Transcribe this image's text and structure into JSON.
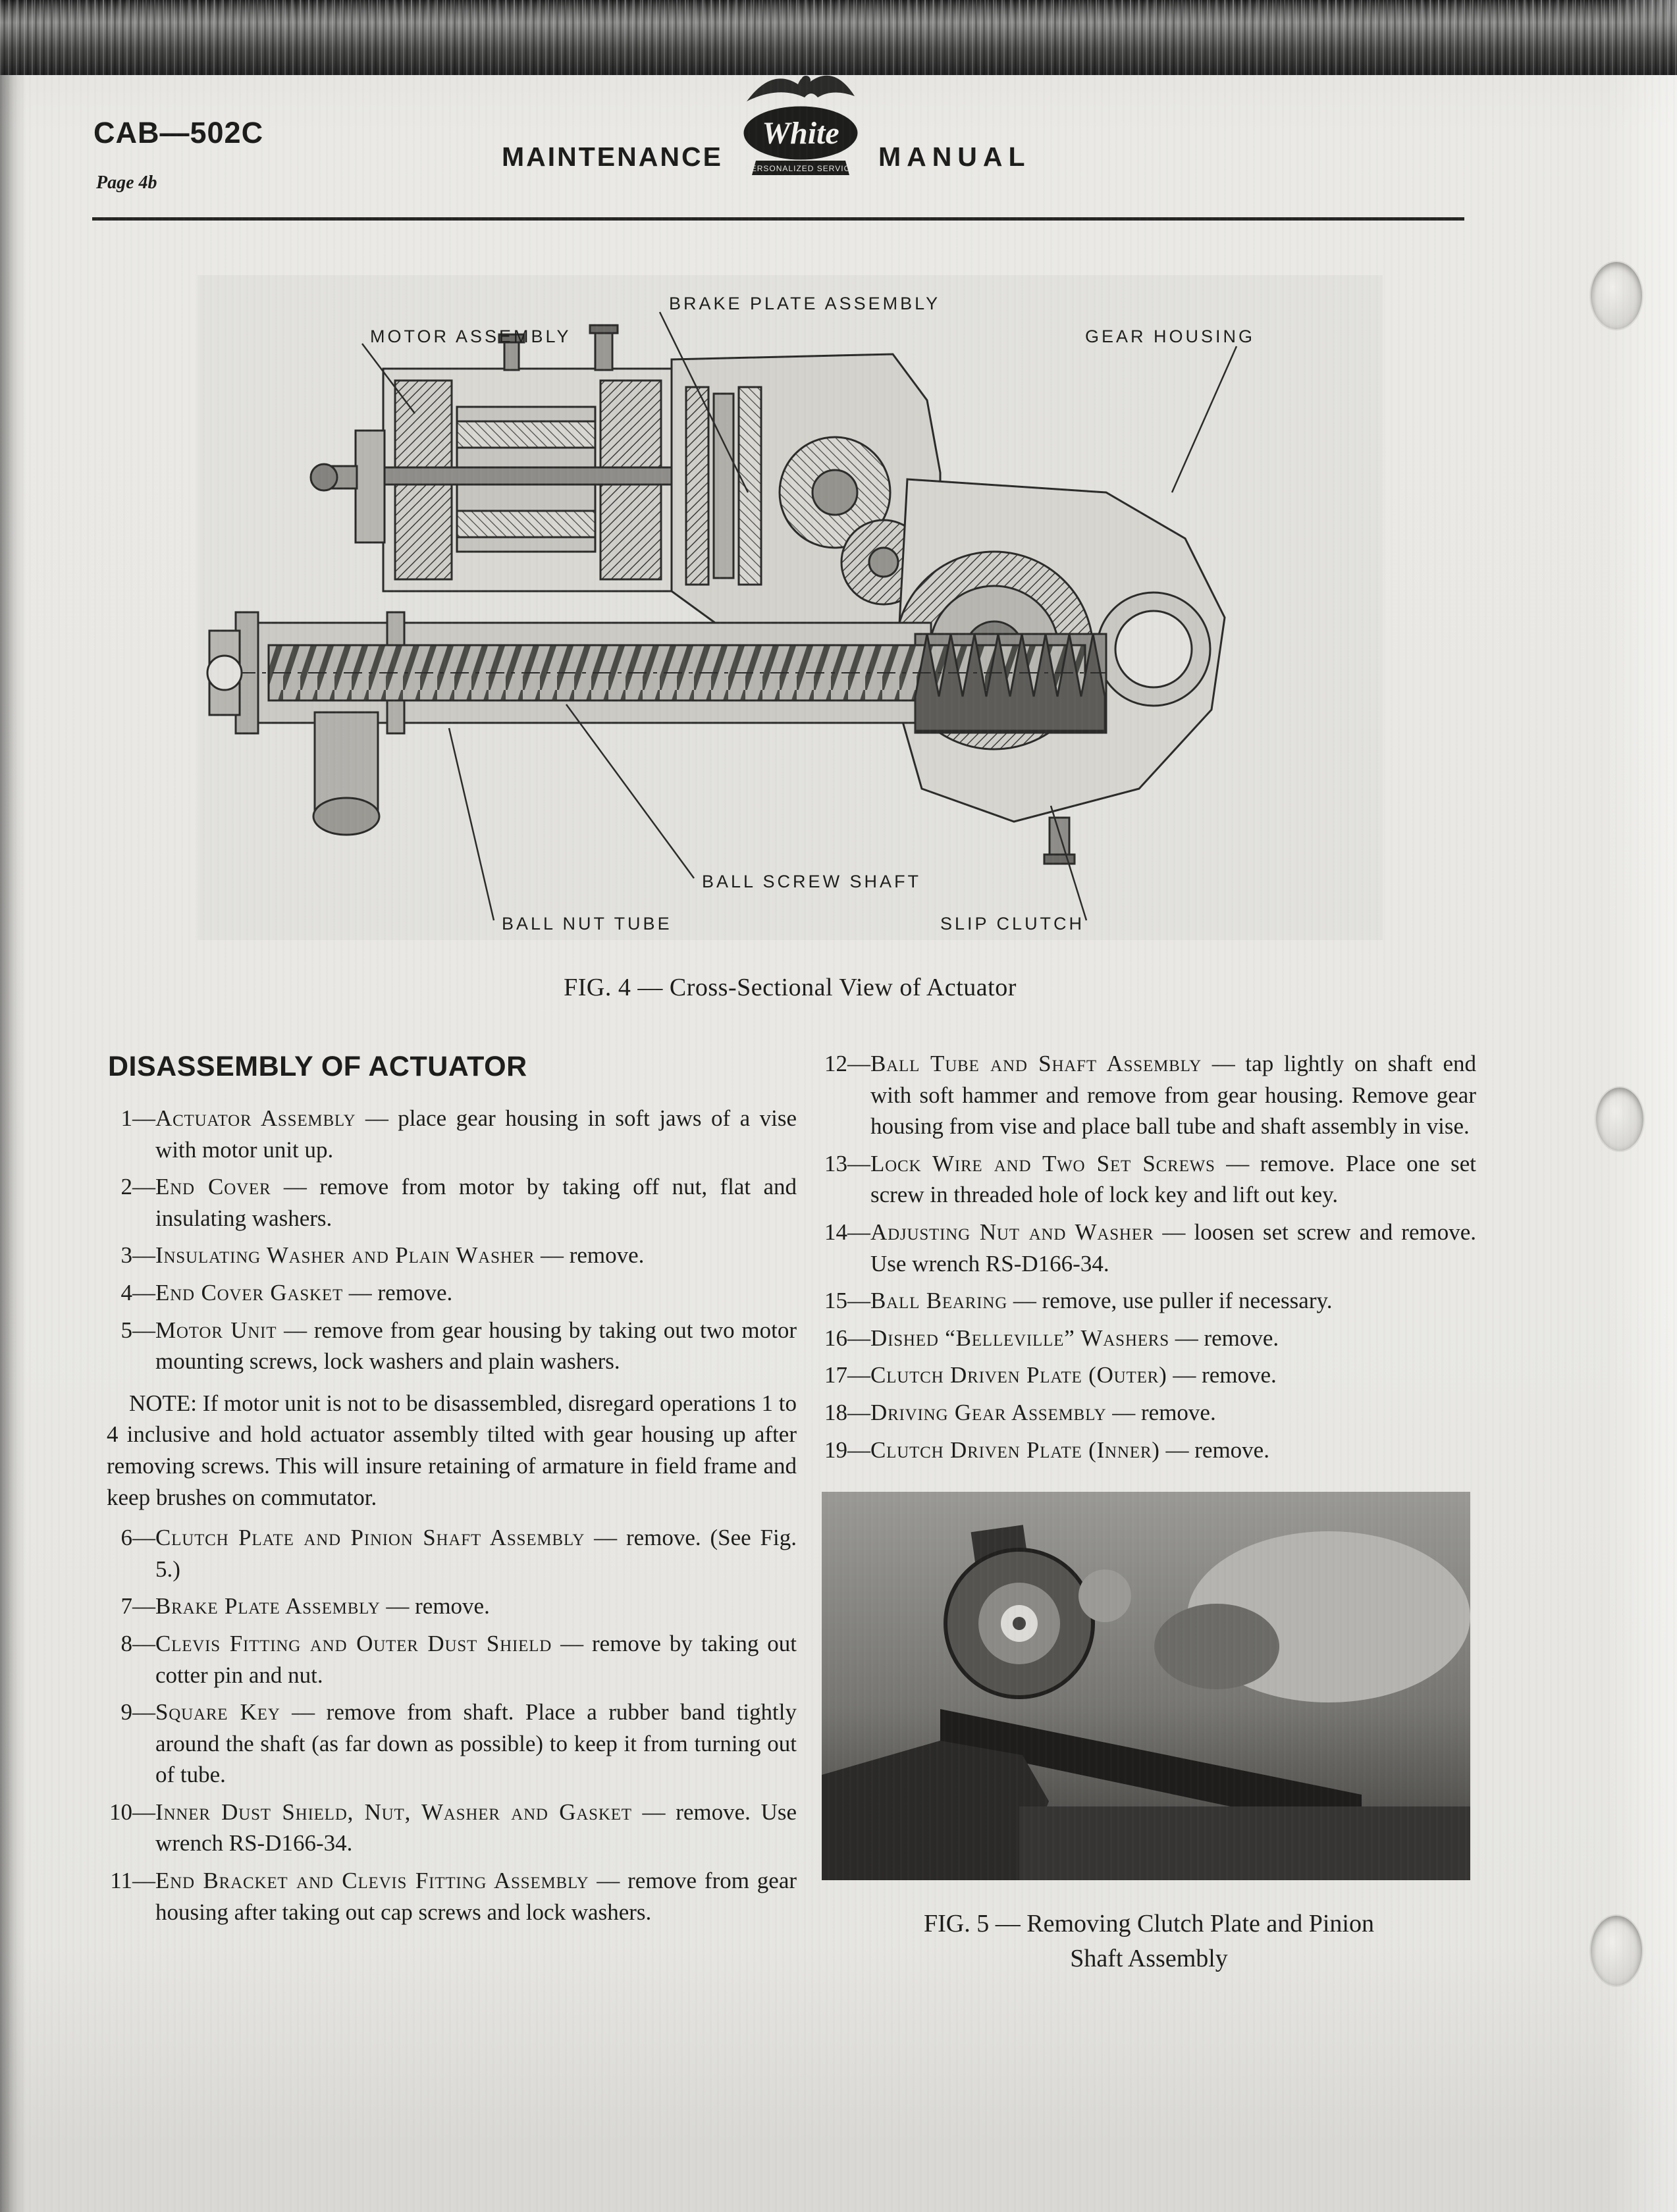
{
  "colors": {
    "paper": "#e9e8e4",
    "ink": "#1c1c1b",
    "scan_edge": "#2a2a2a"
  },
  "header": {
    "doc_code": "CAB—502C",
    "page_label": "Page 4b",
    "left_word": "MAINTENANCE",
    "right_word": "MANUAL",
    "logo_brand": "White",
    "logo_tagline": "PERSONALIZED SERVICE"
  },
  "fig4": {
    "caption": "FIG. 4 — Cross-Sectional View of Actuator",
    "callouts": {
      "brake_plate": "BRAKE PLATE ASSEMBLY",
      "motor": "MOTOR ASSEMBLY",
      "gear_housing": "GEAR HOUSING",
      "ball_screw_shaft": "BALL SCREW SHAFT",
      "ball_nut_tube": "BALL NUT TUBE",
      "slip_clutch": "SLIP CLUTCH"
    }
  },
  "disassembly": {
    "title": "DISASSEMBLY OF ACTUATOR",
    "items_a": [
      {
        "num": "1—",
        "term": "Actuator Assembly",
        "text": "— place gear housing in soft jaws of a vise with motor unit up."
      },
      {
        "num": "2—",
        "term": "End Cover",
        "text": "— remove from motor by taking off nut, flat and insulating washers."
      },
      {
        "num": "3—",
        "term": "Insulating Washer and Plain Washer",
        "text": "— remove."
      },
      {
        "num": "4—",
        "term": "End Cover Gasket",
        "text": "— remove."
      },
      {
        "num": "5—",
        "term": "Motor Unit",
        "text": "— remove from gear housing by taking out two motor mounting screws, lock washers and plain washers."
      }
    ],
    "note": "NOTE: If motor unit is not to be disassembled, disregard operations 1 to 4 inclusive and hold actuator assembly tilted with gear housing up after removing screws. This will insure retaining of armature in field frame and keep brushes on commutator.",
    "items_b": [
      {
        "num": "6—",
        "term": "Clutch Plate and Pinion Shaft Assembly",
        "text": "— remove. (See Fig. 5.)"
      },
      {
        "num": "7—",
        "term": "Brake Plate Assembly",
        "text": "— remove."
      },
      {
        "num": "8—",
        "term": "Clevis Fitting and Outer Dust Shield",
        "text": "— remove by taking out cotter pin and nut."
      },
      {
        "num": "9—",
        "term": "Square Key",
        "text": "— remove from shaft. Place a rubber band tightly around the shaft (as far down as possible) to keep it from turning out of tube."
      },
      {
        "num": "10—",
        "term": "Inner Dust Shield, Nut, Washer and Gasket",
        "text": "— remove. Use wrench RS-D166-34."
      },
      {
        "num": "11—",
        "term": "End Bracket and Clevis Fitting Assembly",
        "text": "— remove from gear housing after taking out cap screws and lock washers."
      }
    ],
    "items_right": [
      {
        "num": "12—",
        "term": "Ball Tube and Shaft Assembly",
        "text": "— tap lightly on shaft end with soft hammer and remove from gear housing. Remove gear housing from vise and place ball tube and shaft assembly in vise."
      },
      {
        "num": "13—",
        "term": "Lock Wire and Two Set Screws",
        "text": "— remove. Place one set screw in threaded hole of lock key and lift out key."
      },
      {
        "num": "14—",
        "term": "Adjusting Nut and Washer",
        "text": "— loosen set screw and remove. Use wrench RS-D166-34."
      },
      {
        "num": "15—",
        "term": "Ball Bearing",
        "text": "— remove, use puller if necessary."
      },
      {
        "num": "16—",
        "term": "Dished “Belleville” Washers",
        "text": "— remove."
      },
      {
        "num": "17—",
        "term": "Clutch Driven Plate (Outer)",
        "text": "— remove."
      },
      {
        "num": "18—",
        "term": "Driving Gear Assembly",
        "text": "— remove."
      },
      {
        "num": "19—",
        "term": "Clutch Driven Plate (Inner)",
        "text": "— remove."
      }
    ]
  },
  "fig5": {
    "caption": "FIG. 5 — Removing Clutch Plate and Pinion Shaft Assembly"
  }
}
